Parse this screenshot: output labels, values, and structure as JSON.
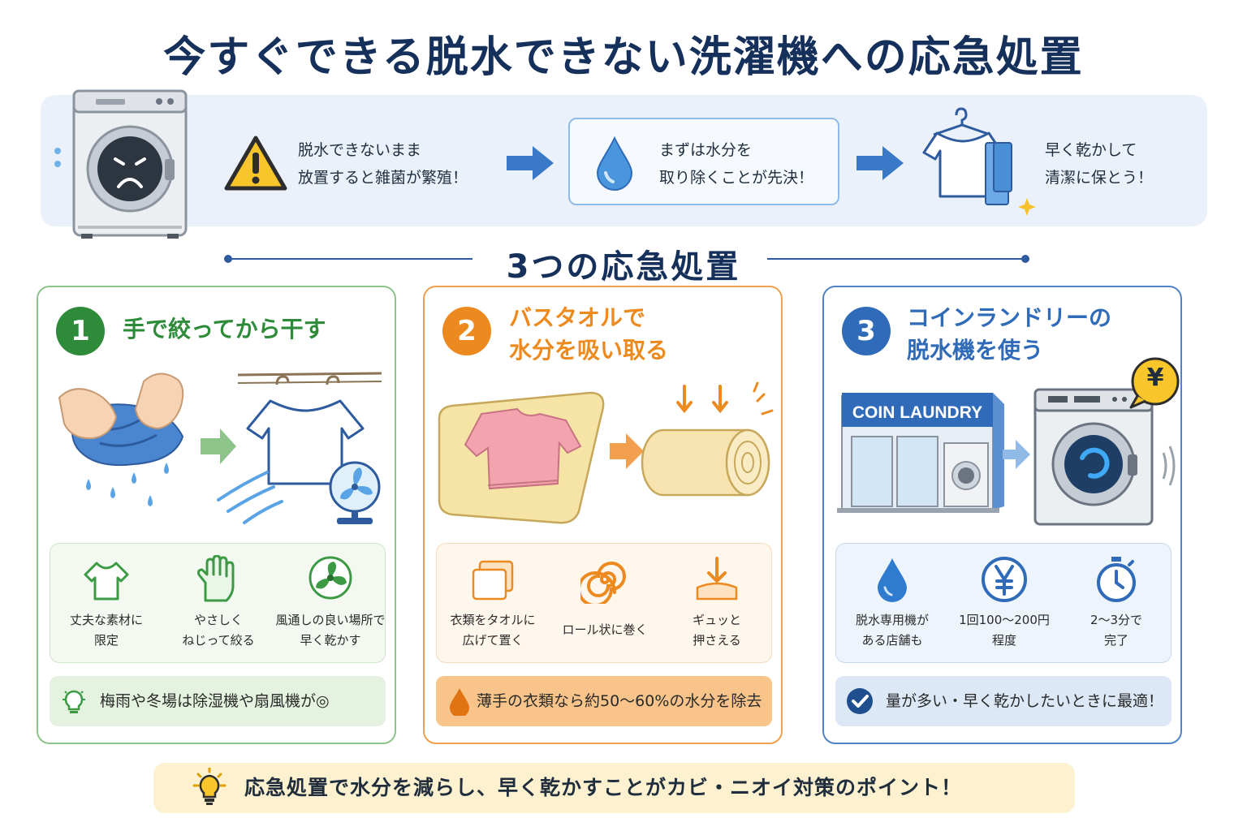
{
  "title": "今すぐできる脱水できない洗濯機への応急処置",
  "banner": {
    "step1": [
      "脱水できないまま",
      "放置すると雑菌が繁殖！"
    ],
    "step2": [
      "まずは水分を",
      "取り除くことが先決！"
    ],
    "step3": [
      "早く乾かして",
      "清潔に保とう！"
    ]
  },
  "section_title": "3つの応急処置",
  "cards": [
    {
      "number": "1",
      "title": [
        "手で絞ってから干す"
      ],
      "color": "#2e8b3a",
      "tips": [
        {
          "icon": "tshirt-icon",
          "text": [
            "丈夫な素材に",
            "限定"
          ]
        },
        {
          "icon": "glove-icon",
          "text": [
            "やさしく",
            "ねじって絞る"
          ]
        },
        {
          "icon": "fan-icon",
          "text": [
            "風通しの良い場所で",
            "早く乾かす"
          ]
        }
      ],
      "note": "梅雨や冬場は除湿機や扇風機が◎"
    },
    {
      "number": "2",
      "title": [
        "バスタオルで",
        "水分を吸い取る"
      ],
      "color": "#ec8a1f",
      "tips": [
        {
          "icon": "folded-towel-icon",
          "text": [
            "衣類をタオルに",
            "広げて置く"
          ]
        },
        {
          "icon": "spiral-icon",
          "text": [
            "ロール状に巻く"
          ]
        },
        {
          "icon": "press-down-icon",
          "text": [
            "ギュッと",
            "押さえる"
          ]
        }
      ],
      "note": "薄手の衣類なら約50〜60%の水分を除去"
    },
    {
      "number": "3",
      "title": [
        "コインランドリーの",
        "脱水機を使う"
      ],
      "color": "#2f6bb8",
      "store_sign": "COIN LAUNDRY",
      "price_bubble": "¥",
      "tips": [
        {
          "icon": "water-drop-icon",
          "text": [
            "脱水専用機が",
            "ある店舗も"
          ]
        },
        {
          "icon": "yen-icon",
          "text": [
            "1回100〜200円",
            "程度"
          ]
        },
        {
          "icon": "stopwatch-icon",
          "text": [
            "2〜3分で",
            "完了"
          ]
        }
      ],
      "note": "量が多い・早く乾かしたいときに最適！"
    }
  ],
  "footer": "応急処置で水分を減らし、早く乾かすことがカビ・ニオイ対策のポイント！",
  "colors": {
    "navy": "#15305a",
    "green": "#2e8b3a",
    "orange": "#ec8a1f",
    "blue": "#2f6bb8"
  }
}
